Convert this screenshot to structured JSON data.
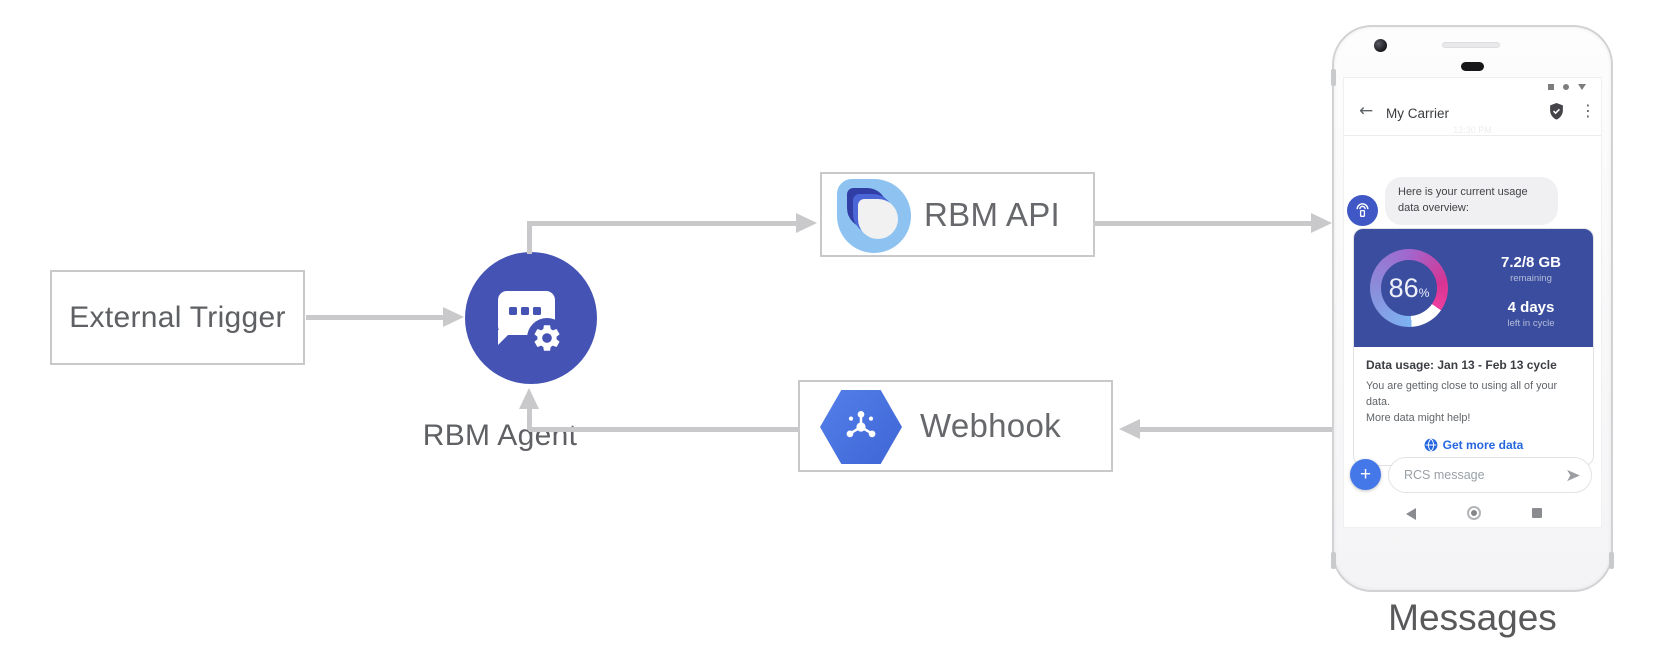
{
  "diagram": {
    "line_color": "#c9c9cb",
    "external_trigger": {
      "label": "External Trigger"
    },
    "rbm_agent": {
      "label": "RBM Agent",
      "circle_color": "#4554b4",
      "icon": "chat-bubble-with-gear-icon"
    },
    "rbm_api": {
      "label": "RBM API",
      "icon": "rbm-drop-logo"
    },
    "webhook": {
      "label": "Webhook",
      "icon": "cloud-pubsub-hexagon",
      "hex_color": "#4a74e0"
    }
  },
  "phone": {
    "device_label": "Messages",
    "status_icons": [
      "square",
      "dot",
      "triangle-down"
    ],
    "header": {
      "back_glyph": "←",
      "title": "My Carrier",
      "verified_icon": "shield-check",
      "menu_glyph": "⋮"
    },
    "timestamp": "12:30 PM",
    "message": {
      "avatar_icon": "broadcast-antenna",
      "avatar_color": "#3f58c6",
      "bubble_line1": "Here is your current usage",
      "bubble_line2": "data overview:"
    },
    "usage_card": {
      "card_color": "#3a4d9e",
      "gauge": {
        "value": "86",
        "suffix": "%",
        "percent": 86
      },
      "stat1": {
        "value": "7.2/8 GB",
        "caption": "remaining"
      },
      "stat2": {
        "value": "4 days",
        "caption": "left in cycle"
      },
      "title": "Data usage: Jan 13 - Feb 13 cycle",
      "body_line1": "You are getting close to using all of your data.",
      "body_line2": "More data might help!",
      "action_label": "Get more data",
      "action_color": "#2667df"
    },
    "compose": {
      "plus_glyph": "+",
      "placeholder": "RCS message",
      "send_icon": "send-arrow"
    },
    "navbar": [
      "back",
      "home",
      "recents"
    ]
  }
}
